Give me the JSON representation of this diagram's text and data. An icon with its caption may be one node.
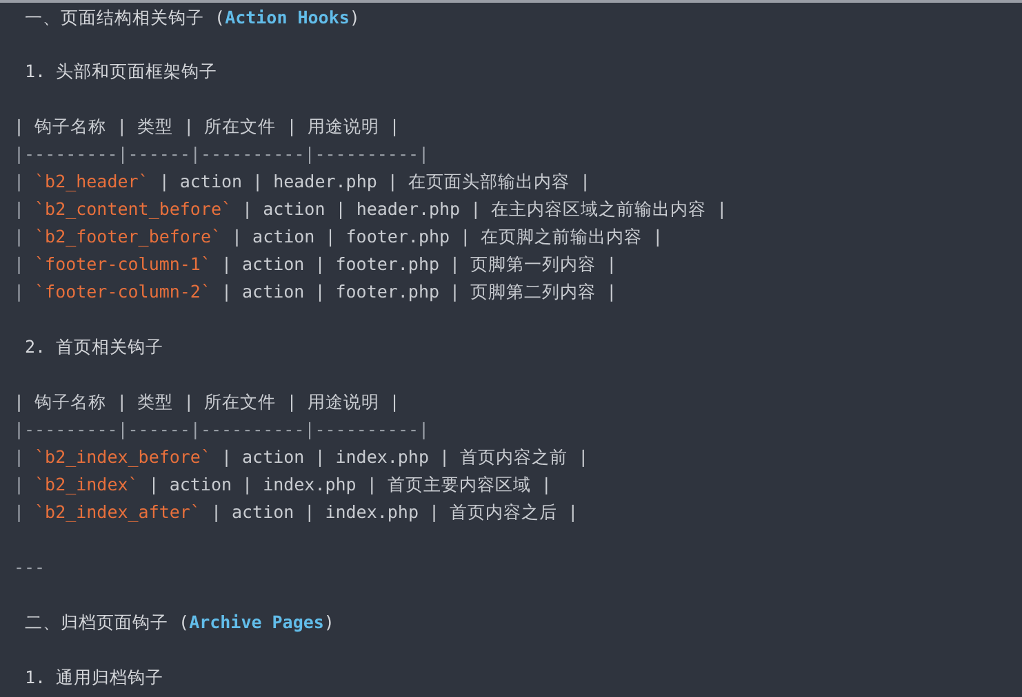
{
  "diagram": {
    "labels": [
      "一、页面结构相关钩子 (",
      "Action Hooks",
      ")",
      "1. 头部和页面框架钩子",
      "| 钩子名称 | 类型 | 所在文件 | 用途说明 |",
      "|---------|------|----------|----------|",
      "|",
      "`b2_header`",
      "| action | header.php | 在页面头部输出内容 |",
      "|",
      "`b2_content_before`",
      "| action | header.php | 在主内容区域之前输出内容 |",
      "|",
      "`b2_footer_before`",
      "| action | footer.php | 在页脚之前输出内容 |",
      "|",
      "`footer-column-1`",
      "| action | footer.php | 页脚第一列内容 |",
      "|",
      "`footer-column-2`",
      "| action | footer.php | 页脚第二列内容 |",
      "2. 首页相关钩子",
      "| 钩子名称 | 类型 | 所在文件 | 用途说明 |",
      "|---------|------|----------|----------|",
      "|",
      "`b2_index_before`",
      "| action | index.php | 首页内容之前 |",
      "|",
      "`b2_index`",
      "| action | index.php | 首页主要内容区域 |",
      "|",
      "`b2_index_after`",
      "| action | index.php | 首页内容之后 |",
      "---",
      "二、归档页面钩子 (",
      "Archive Pages",
      ")",
      "1. 通用归档钩子"
    ]
  }
}
